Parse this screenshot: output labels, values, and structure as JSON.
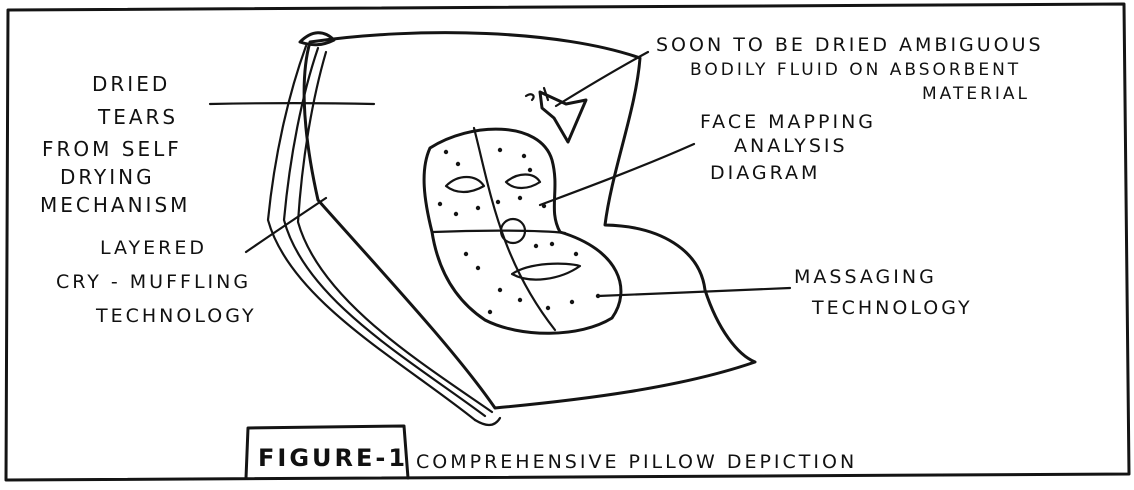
{
  "figure": {
    "label": "FIGURE-1",
    "caption": "COMPREHENSIVE PILLOW DEPICTION"
  },
  "callouts": {
    "dried_tears": [
      "DRIED",
      "TEARS",
      "FROM SELF",
      "DRYING",
      "MECHANISM"
    ],
    "bodily_fluid": [
      "SOON TO BE DRIED AMBIGUOUS",
      "BODILY FLUID ON ABSORBENT",
      "MATERIAL"
    ],
    "face_mapping": [
      "FACE MAPPING",
      "ANALYSIS",
      "DIAGRAM"
    ],
    "layered": [
      "LAYERED",
      "CRY - MUFFLING",
      "TECHNOLOGY"
    ],
    "massaging": [
      "MASSAGING",
      "TECHNOLOGY"
    ]
  }
}
